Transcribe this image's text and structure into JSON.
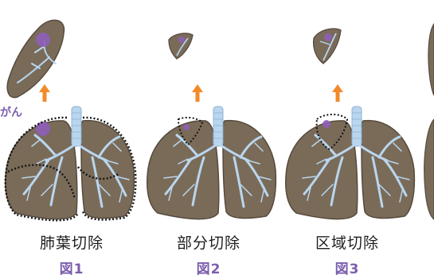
{
  "tumor_label": "がん",
  "panels": [
    {
      "caption": "肺葉切除",
      "figure": "図1"
    },
    {
      "caption": "部分切除",
      "figure": "図2"
    },
    {
      "caption": "区域切除",
      "figure": "図3"
    }
  ],
  "colors": {
    "lung_fill": "#7a6b59",
    "lung_edge": "#564a3d",
    "airway": "#b9d6ee",
    "tumor": "#8e5fb8",
    "arrow": "#f28a2a",
    "figure_label": "#7b5fae",
    "cut_line": "#141414"
  }
}
